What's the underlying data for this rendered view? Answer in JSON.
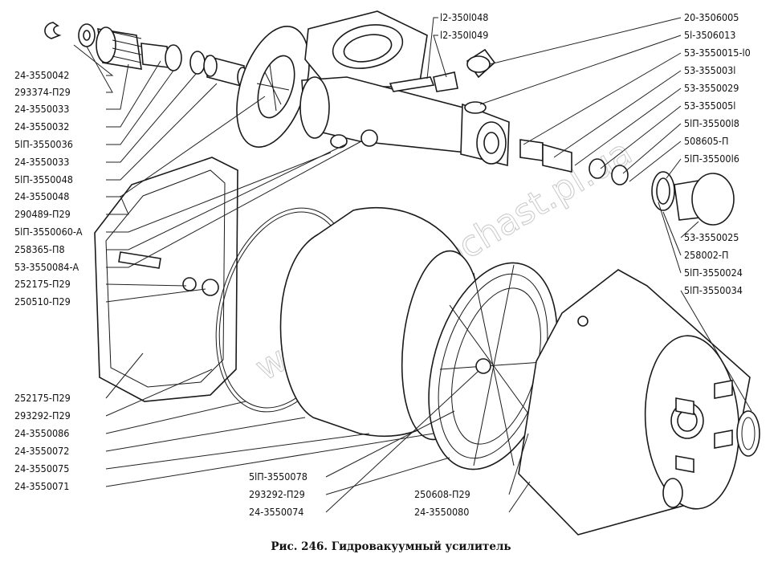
{
  "caption": "Рис. 246. Гидровакуумный усилитель",
  "watermark": "www.autozapchast.pl.ua",
  "labels_left": [
    "24-3550042",
    "293374-П29",
    "24-3550033",
    "24-3550032",
    "5lП-3550036",
    "24-3550033",
    "5lП-3550048",
    "24-3550048",
    "290489-П29",
    "5lП-3550060-А",
    "258365-П8",
    "53-3550084-А",
    "252175-П29",
    "250510-П29",
    "252175-П29",
    "293292-П29",
    "24-3550086",
    "24-3550072",
    "24-3550075",
    "24-3550071"
  ],
  "labels_top": [
    "l2-350l048",
    "l2-350l049"
  ],
  "labels_right": [
    "20-3506005",
    "5l-3506013",
    "53-3550015-l0",
    "53-355003l",
    "53-3550029",
    "53-355005l",
    "5lП-35500l8",
    "508605-П",
    "5lП-35500l6",
    "53-3550025",
    "258002-П",
    "5lП-3550024",
    "5lП-3550034"
  ],
  "labels_bottom": [
    "5lП-3550078",
    "293292-П29",
    "24-3550074",
    "250608-П29",
    "24-3550080"
  ]
}
